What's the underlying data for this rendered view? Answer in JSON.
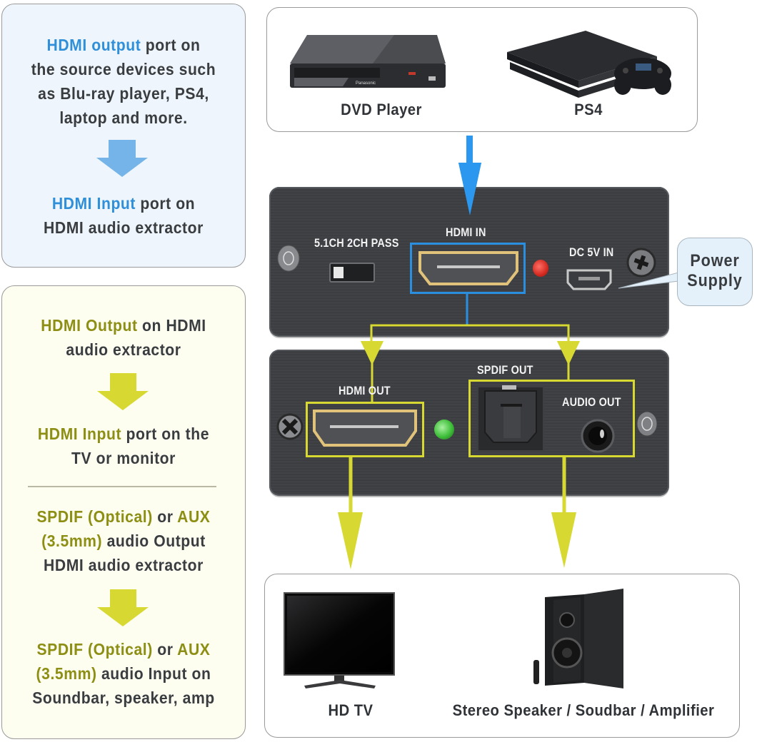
{
  "colors": {
    "source_accent": "#2f8fd8",
    "output_accent": "#8d8e14",
    "yellow_arrow": "#d7d932",
    "blue_arrow": "#2b97ef",
    "light_blue_arrow": "#74b4e8",
    "panel_blue_bg": "#eef5fc",
    "panel_yellow_bg": "#fdfdf0",
    "text_dark": "#3a3d40"
  },
  "left_panels": {
    "input_panel": {
      "step_1": {
        "highlight": "HDMI output",
        "rest_line1": " port on",
        "line2": "the source devices such",
        "line3": "as Blu-ray player, PS4,",
        "line4": "laptop and more."
      },
      "arrow_icon": "arrow-down-icon",
      "step_2": {
        "highlight": "HDMI Input",
        "rest_line1": " port on",
        "line2": "HDMI audio extractor"
      }
    },
    "output_panel": {
      "step_1": {
        "highlight": "HDMI Output",
        "rest_line1": " on HDMI",
        "line2": "audio extractor"
      },
      "step_2": {
        "highlight": "HDMI Input",
        "rest_line1": " port on the",
        "line2": "TV or monitor"
      },
      "step_3": {
        "hl_a": "SPDIF (Optical)",
        "mid": " or ",
        "hl_b": "AUX",
        "hl_c": "(3.5mm)",
        "rest_line2": " audio Output",
        "line3": "HDMI audio extractor"
      },
      "step_4": {
        "hl_a": "SPDIF (Optical)",
        "mid": " or ",
        "hl_b": "AUX",
        "hl_c": "(3.5mm)",
        "rest_line2": " audio Input on",
        "line3": "Soundbar, speaker, amp"
      }
    }
  },
  "source_devices": {
    "items": [
      {
        "label": "DVD Player",
        "icon": "blu-ray-player-icon",
        "brand": "Panasonic"
      },
      {
        "label": "PS4",
        "icon": "ps4-console-icon"
      }
    ]
  },
  "extractor_input_side": {
    "switch_label": "5.1CH  2CH PASS",
    "hdmi_in_label": "HDMI IN",
    "dc_label": "DC 5V IN",
    "led_color": "#d42a20",
    "power_callout": {
      "line1": "Power",
      "line2": "Supply"
    }
  },
  "extractor_output_side": {
    "hdmi_out_label": "HDMI OUT",
    "spdif_label": "SPDIF OUT",
    "audio_out_label": "AUDIO OUT",
    "led_color": "#3fbf3a"
  },
  "destination_devices": {
    "items": [
      {
        "label": "HD TV",
        "icon": "tv-icon"
      },
      {
        "label": "Stereo Speaker / Soudbar / Amplifier",
        "icon": "speaker-icon"
      }
    ]
  }
}
